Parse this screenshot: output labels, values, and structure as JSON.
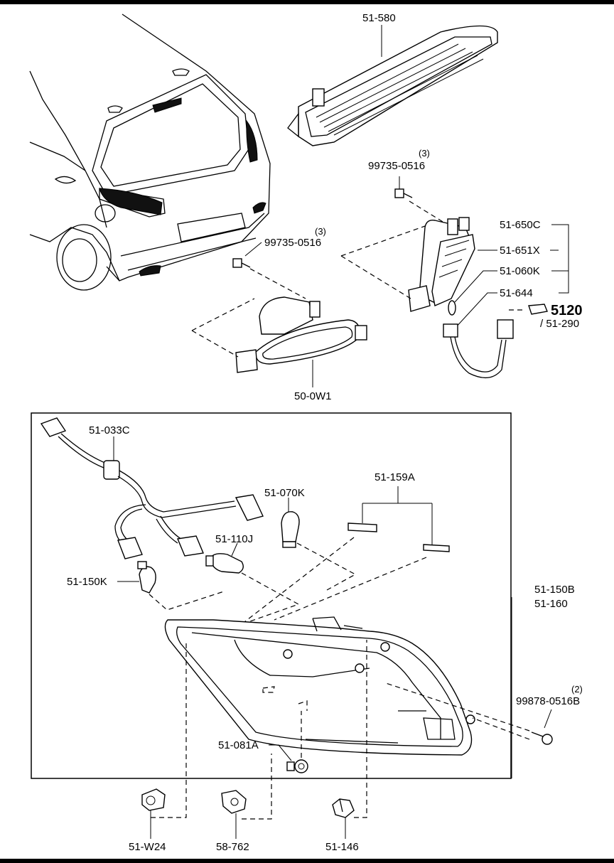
{
  "parts": {
    "high_mount_lamp": "51-580",
    "screw_qty_upper": "(3)",
    "screw_upper": "99735-0516",
    "screw_qty_left": "(3)",
    "screw_left": "99735-0516",
    "reflector_housing": "51-650C",
    "reflector_lens": "51-651X",
    "bulb_upper": "51-060K",
    "socket_upper": "51-644",
    "section_ref": "5120",
    "section_ref_sub": "/ 51-290",
    "fog_lamp": "50-0W1",
    "harness": "51-033C",
    "bulb_stop": "51-070K",
    "bulb_turn": "51-110J",
    "bulb_side": "51-150K",
    "gasket": "51-159A",
    "rear_combo_right": "51-150B",
    "rear_combo_left": "51-160",
    "screw_qty_right": "(2)",
    "screw_right": "99878-0516B",
    "nut": "51-081A",
    "clip_a": "51-W24",
    "clip_b": "58-762",
    "clip_c": "51-146"
  },
  "colors": {
    "line": "#000000",
    "background": "#ffffff"
  }
}
